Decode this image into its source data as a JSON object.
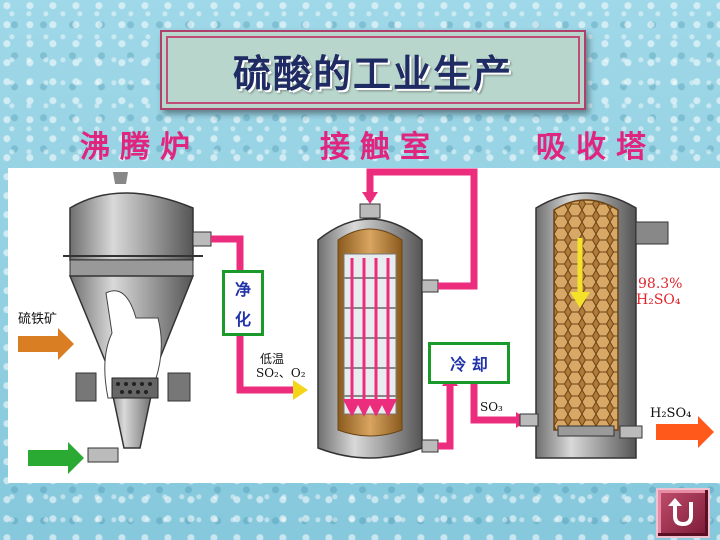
{
  "title": "硫酸的工业生产",
  "stages": {
    "boiling_furnace": "沸腾炉",
    "contact_chamber": "接触室",
    "absorption_tower": "吸收塔"
  },
  "labels": {
    "pyrite": "硫铁矿",
    "purify_1": "净",
    "purify_2": "化",
    "low_temp": "低温",
    "so2_o2": "SO₂、O₂",
    "cooling": "冷 却",
    "so3": "SO₃",
    "conc_1": "98.3%",
    "conc_2": "H₂SO₄",
    "product": "H₂SO₄"
  },
  "icons": {
    "back": "u-turn-back-icon"
  },
  "colors": {
    "pipe": "#ec2d7e",
    "title_text": "#1f2b63",
    "stage_text": "#e0257f",
    "box_border": "#1a9a2a",
    "box_text": "#2233aa"
  }
}
